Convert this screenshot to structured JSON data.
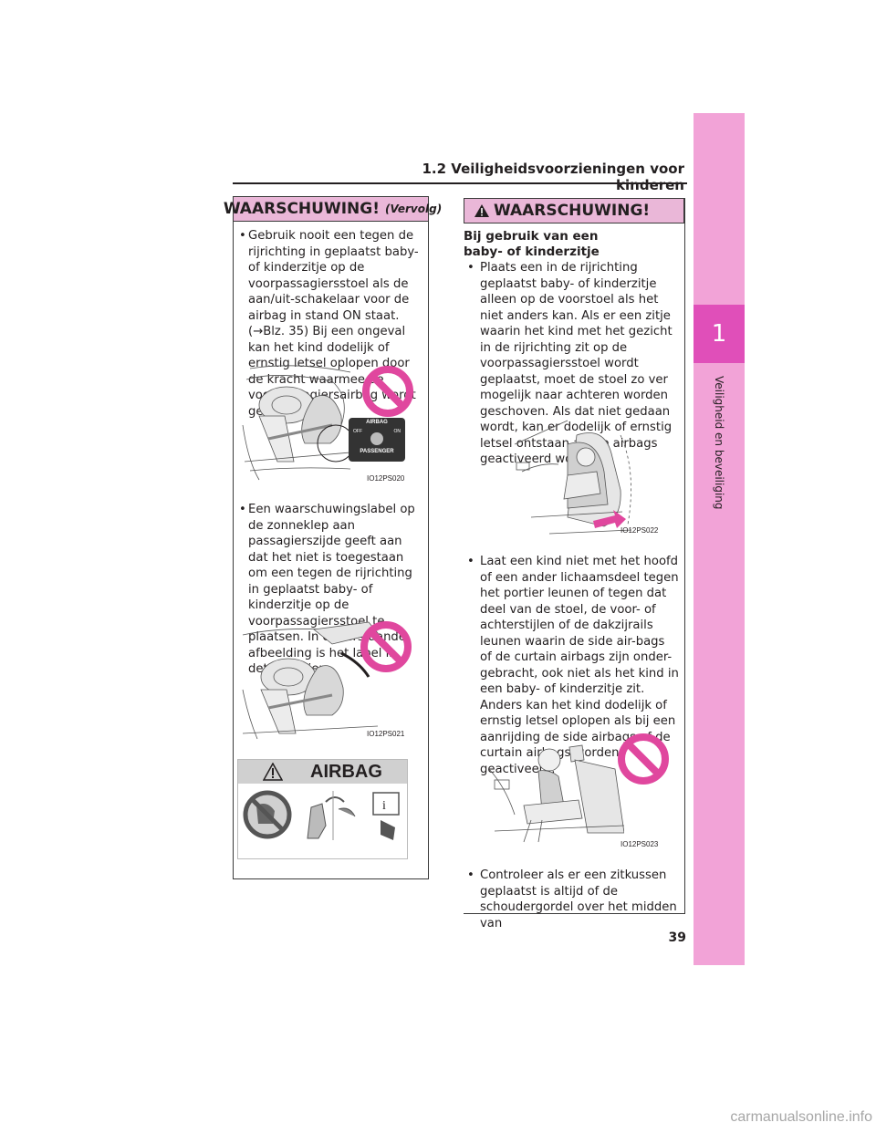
{
  "header": {
    "title": "1.2  Veiligheidsvoorzieningen voor kinderen"
  },
  "side_tab": {
    "number": "1",
    "label": "Veiligheid en beveiliging"
  },
  "page_number": "39",
  "watermark": "carmanualsonline.info",
  "left_box": {
    "title": "WAARSCHUWING!",
    "continued": "(Vervolg)",
    "bullet1": "Gebruik nooit een tegen de rijrichting in geplaatst baby- of kinderzitje op de voorpassagiersstoel als de aan/uit-schakelaar voor de airbag in stand ON staat. (→Blz. 35) Bij een ongeval kan het kind dodelijk of ernstig letsel oplopen door de kracht waarmee de voorpassagiersairbag wordt geactiveerd.",
    "fig1_label": "IO12PS020",
    "switch_label": {
      "airbag": "AIRBAG",
      "off": "OFF",
      "on": "ON",
      "passenger": "PASSENGER"
    },
    "bullet2": "Een waarschuwingslabel op de zonneklep aan passagierszijde geeft aan dat het niet is toegestaan om een tegen de rijrichting in geplaatst baby- of kinderzitje op de voorpassagiersstoel te plaatsen. In onderstaande afbeelding is het label in detail te zien.",
    "fig2_label": "IO12PS021",
    "airbag_label": "AIRBAG"
  },
  "right_box": {
    "title": "WAARSCHUWING!",
    "subhead": "Bij gebruik van een baby- of kinderzitje",
    "bullet1": "Plaats een in de rijrichting geplaatst baby- of kinderzitje alleen op de voorstoel als het niet anders kan. Als er een zitje waarin het kind met het gezicht in de rijrichting zit op de voorpassagiersstoel wordt geplaatst, moet de stoel zo ver mogelijk naar achteren worden geschoven. Als dat niet gedaan wordt, kan er dodelijk of ernstig letsel ontstaan als de airbags geactiveerd worden.",
    "fig3_label": "IO12PS022",
    "bullet2": "Laat een kind niet met het hoofd of een ander lichaamsdeel tegen het portier leunen of tegen dat deel van de stoel, de voor- of achterstijlen of de dakzijrails leunen waarin de side air-bags of de curtain airbags zijn onder-gebracht, ook niet als het kind in een baby- of kinderzitje zit. Anders kan het kind dodelijk of ernstig letsel oplopen als bij een aanrijding de side airbags of de curtain airbags worden geactiveerd.",
    "fig4_label": "IO12PS023",
    "bullet3": "Controleer als er een zitkussen geplaatst is altijd of de schoudergordel over het midden van"
  },
  "colors": {
    "tab": "#f2a3d7",
    "tab_dark": "#e04fb9",
    "warn_head": "#eab7d8",
    "prohibit": "#e0479e"
  }
}
